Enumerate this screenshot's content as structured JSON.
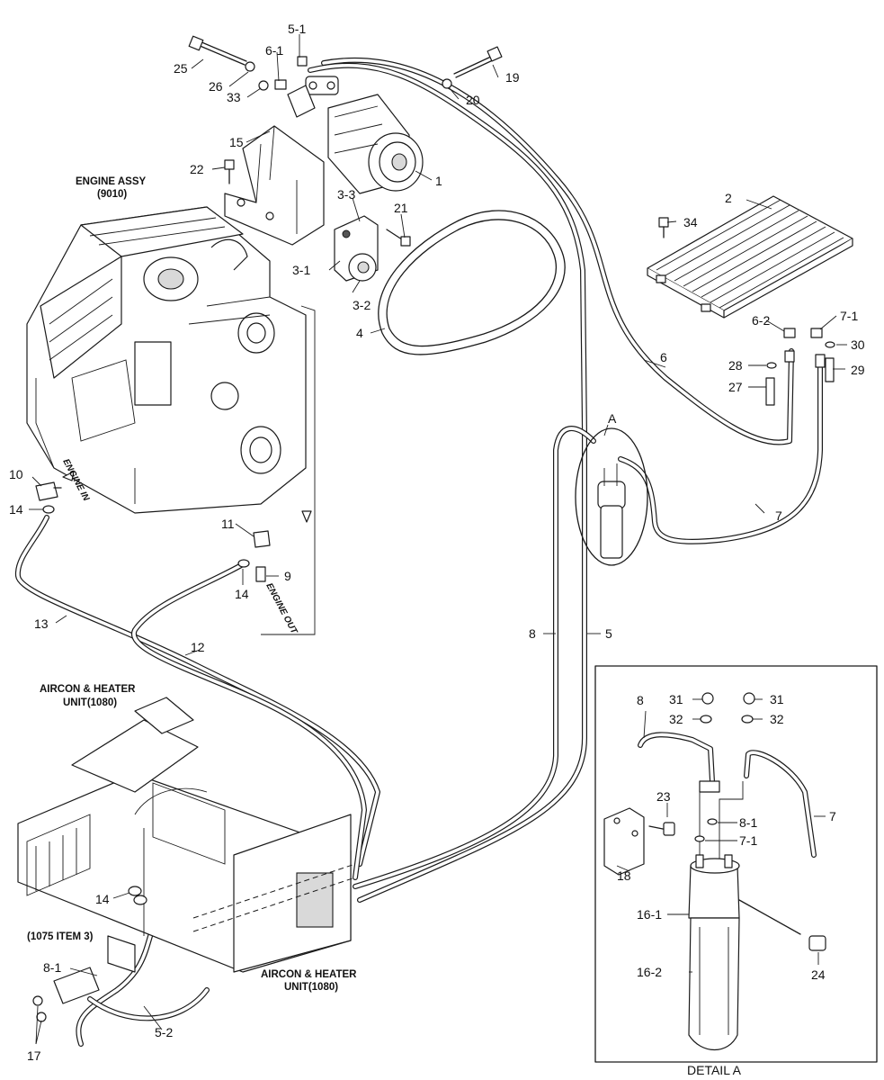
{
  "labels": {
    "engine_assy": "ENGINE ASSY",
    "engine_code": "(9010)",
    "aircon_top_1": "AIRCON & HEATER",
    "aircon_top_2": "UNIT(1080)",
    "aircon_bottom_1": "AIRCON & HEATER",
    "aircon_bottom_2": "UNIT(1080)",
    "item_ref": "(1075 ITEM 3)",
    "engine_in": "ENGINE IN",
    "engine_out": "ENGINE OUT",
    "detail_title": "DETAIL A",
    "detail_marker": "A"
  },
  "callouts": {
    "c1": "1",
    "c2": "2",
    "c3_1": "3-1",
    "c3_2": "3-2",
    "c3_3": "3-3",
    "c4": "4",
    "c5": "5",
    "c5_1": "5-1",
    "c5_2": "5-2",
    "c6": "6",
    "c6_1": "6-1",
    "c6_2": "6-2",
    "c7": "7",
    "c7_1": "7-1",
    "c8": "8",
    "c8_1": "8-1",
    "c9": "9",
    "c10": "10",
    "c11": "11",
    "c12": "12",
    "c13": "13",
    "c14a": "14",
    "c14b": "14",
    "c14c": "14",
    "c15": "15",
    "c17": "17",
    "c19": "19",
    "c20": "20",
    "c21": "21",
    "c22": "22",
    "c25": "25",
    "c26": "26",
    "c27": "27",
    "c28": "28",
    "c29": "29",
    "c30": "30",
    "c33": "33",
    "c34": "34",
    "d7": "7",
    "d7_1": "7-1",
    "d8": "8",
    "d8_1": "8-1",
    "d16_1": "16-1",
    "d16_2": "16-2",
    "d18": "18",
    "d23": "23",
    "d24": "24",
    "d31a": "31",
    "d31b": "31",
    "d32a": "32",
    "d32b": "32"
  }
}
